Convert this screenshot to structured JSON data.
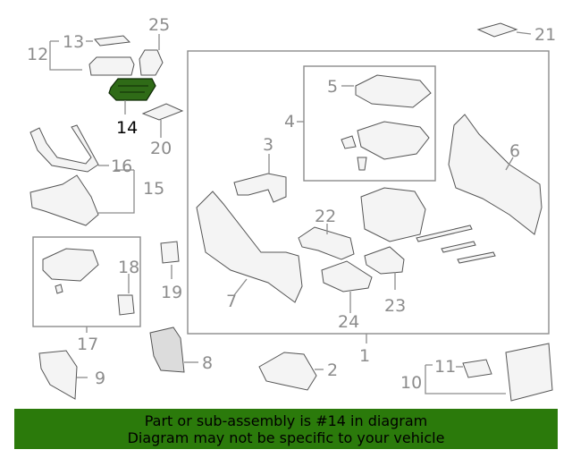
{
  "highlight_color": "#2b7a0b",
  "highlighted_part": "14",
  "callouts": {
    "c1": "1",
    "c2": "2",
    "c3": "3",
    "c4": "4",
    "c5": "5",
    "c6": "6",
    "c7": "7",
    "c8": "8",
    "c9": "9",
    "c10": "10",
    "c11": "11",
    "c12": "12",
    "c13": "13",
    "c14": "14",
    "c15": "15",
    "c16": "16",
    "c17": "17",
    "c18": "18",
    "c19": "19",
    "c20": "20",
    "c21": "21",
    "c22": "22",
    "c23": "23",
    "c24": "24",
    "c25": "25"
  },
  "banner": {
    "line1": "Part or sub-assembly is #14 in diagram",
    "line2": "Diagram may not be specific to your vehicle"
  }
}
